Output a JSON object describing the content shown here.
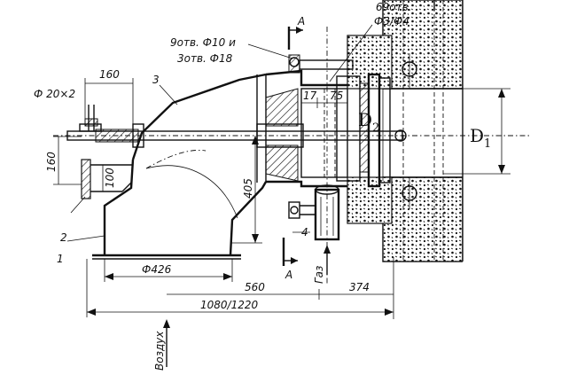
{
  "labels": {
    "holes_10": "9отв. Ф10 и",
    "holes_18": "3отв. Ф18",
    "holes_small": "69отв.",
    "holes_small_dia": "Ф3/Ф4",
    "section_a_top": "А",
    "section_a_bottom": "А",
    "dim_pipe": "Ф 20×2",
    "dim_160_top": "160",
    "dim_160_left": "160",
    "dim_100": "100",
    "dim_17": "17",
    "dim_75": "75",
    "dim_405": "405",
    "dim_426": "Ф426",
    "dim_560": "560",
    "dim_374": "374",
    "dim_total": "1080/1220",
    "d2": "D",
    "d2_sub": "2",
    "d1": "D",
    "d1_sub": "1",
    "gas": "Газ",
    "air": "Воздух",
    "part_1": "1",
    "part_2": "2",
    "part_3": "3",
    "part_4": "4"
  }
}
